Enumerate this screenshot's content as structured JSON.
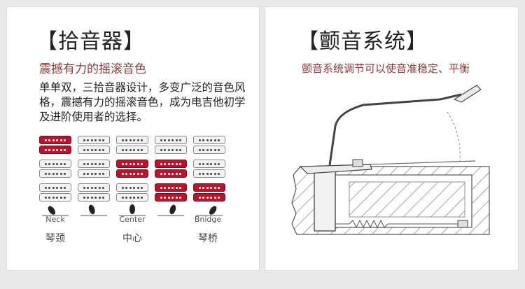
{
  "left": {
    "title": "【拾音器】",
    "subtitle": "震撼有力的摇滚音色",
    "description": "单单双，三拾音器设计，多变广泛的音色风格，震撼有力的摇滚音色，成为电吉他初学及进阶使用者的选择。",
    "pickup_rows": [
      [
        true,
        false,
        false,
        false,
        false
      ],
      [
        false,
        false,
        true,
        true,
        false
      ],
      [
        false,
        false,
        false,
        true,
        true
      ]
    ],
    "positions": [
      {
        "en": "Neck",
        "cn": "琴颈"
      },
      {
        "en": "Center",
        "cn": "中心"
      },
      {
        "en": "Bnidge",
        "cn": "琴桥"
      }
    ],
    "accent_color": "#b8142b"
  },
  "right": {
    "title": "【颤音系统】",
    "subtitle": "颤音系统调节可以使音准稳定、平衡"
  }
}
